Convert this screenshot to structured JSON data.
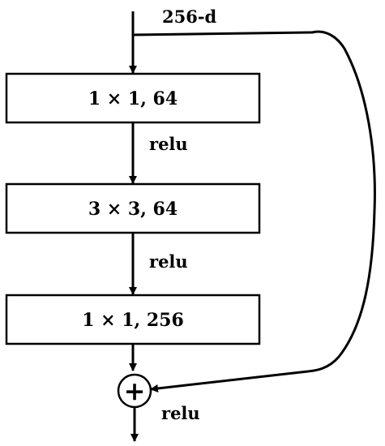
{
  "diagram": {
    "input_label": "256-d",
    "blocks": [
      {
        "label": "1 × 1, 64"
      },
      {
        "label": "3 × 3, 64"
      },
      {
        "label": "1 × 1, 256"
      }
    ],
    "activations": [
      "relu",
      "relu",
      "relu"
    ],
    "add_symbol": "+",
    "colors": {
      "stroke": "#000000",
      "fill": "#ffffff"
    }
  }
}
